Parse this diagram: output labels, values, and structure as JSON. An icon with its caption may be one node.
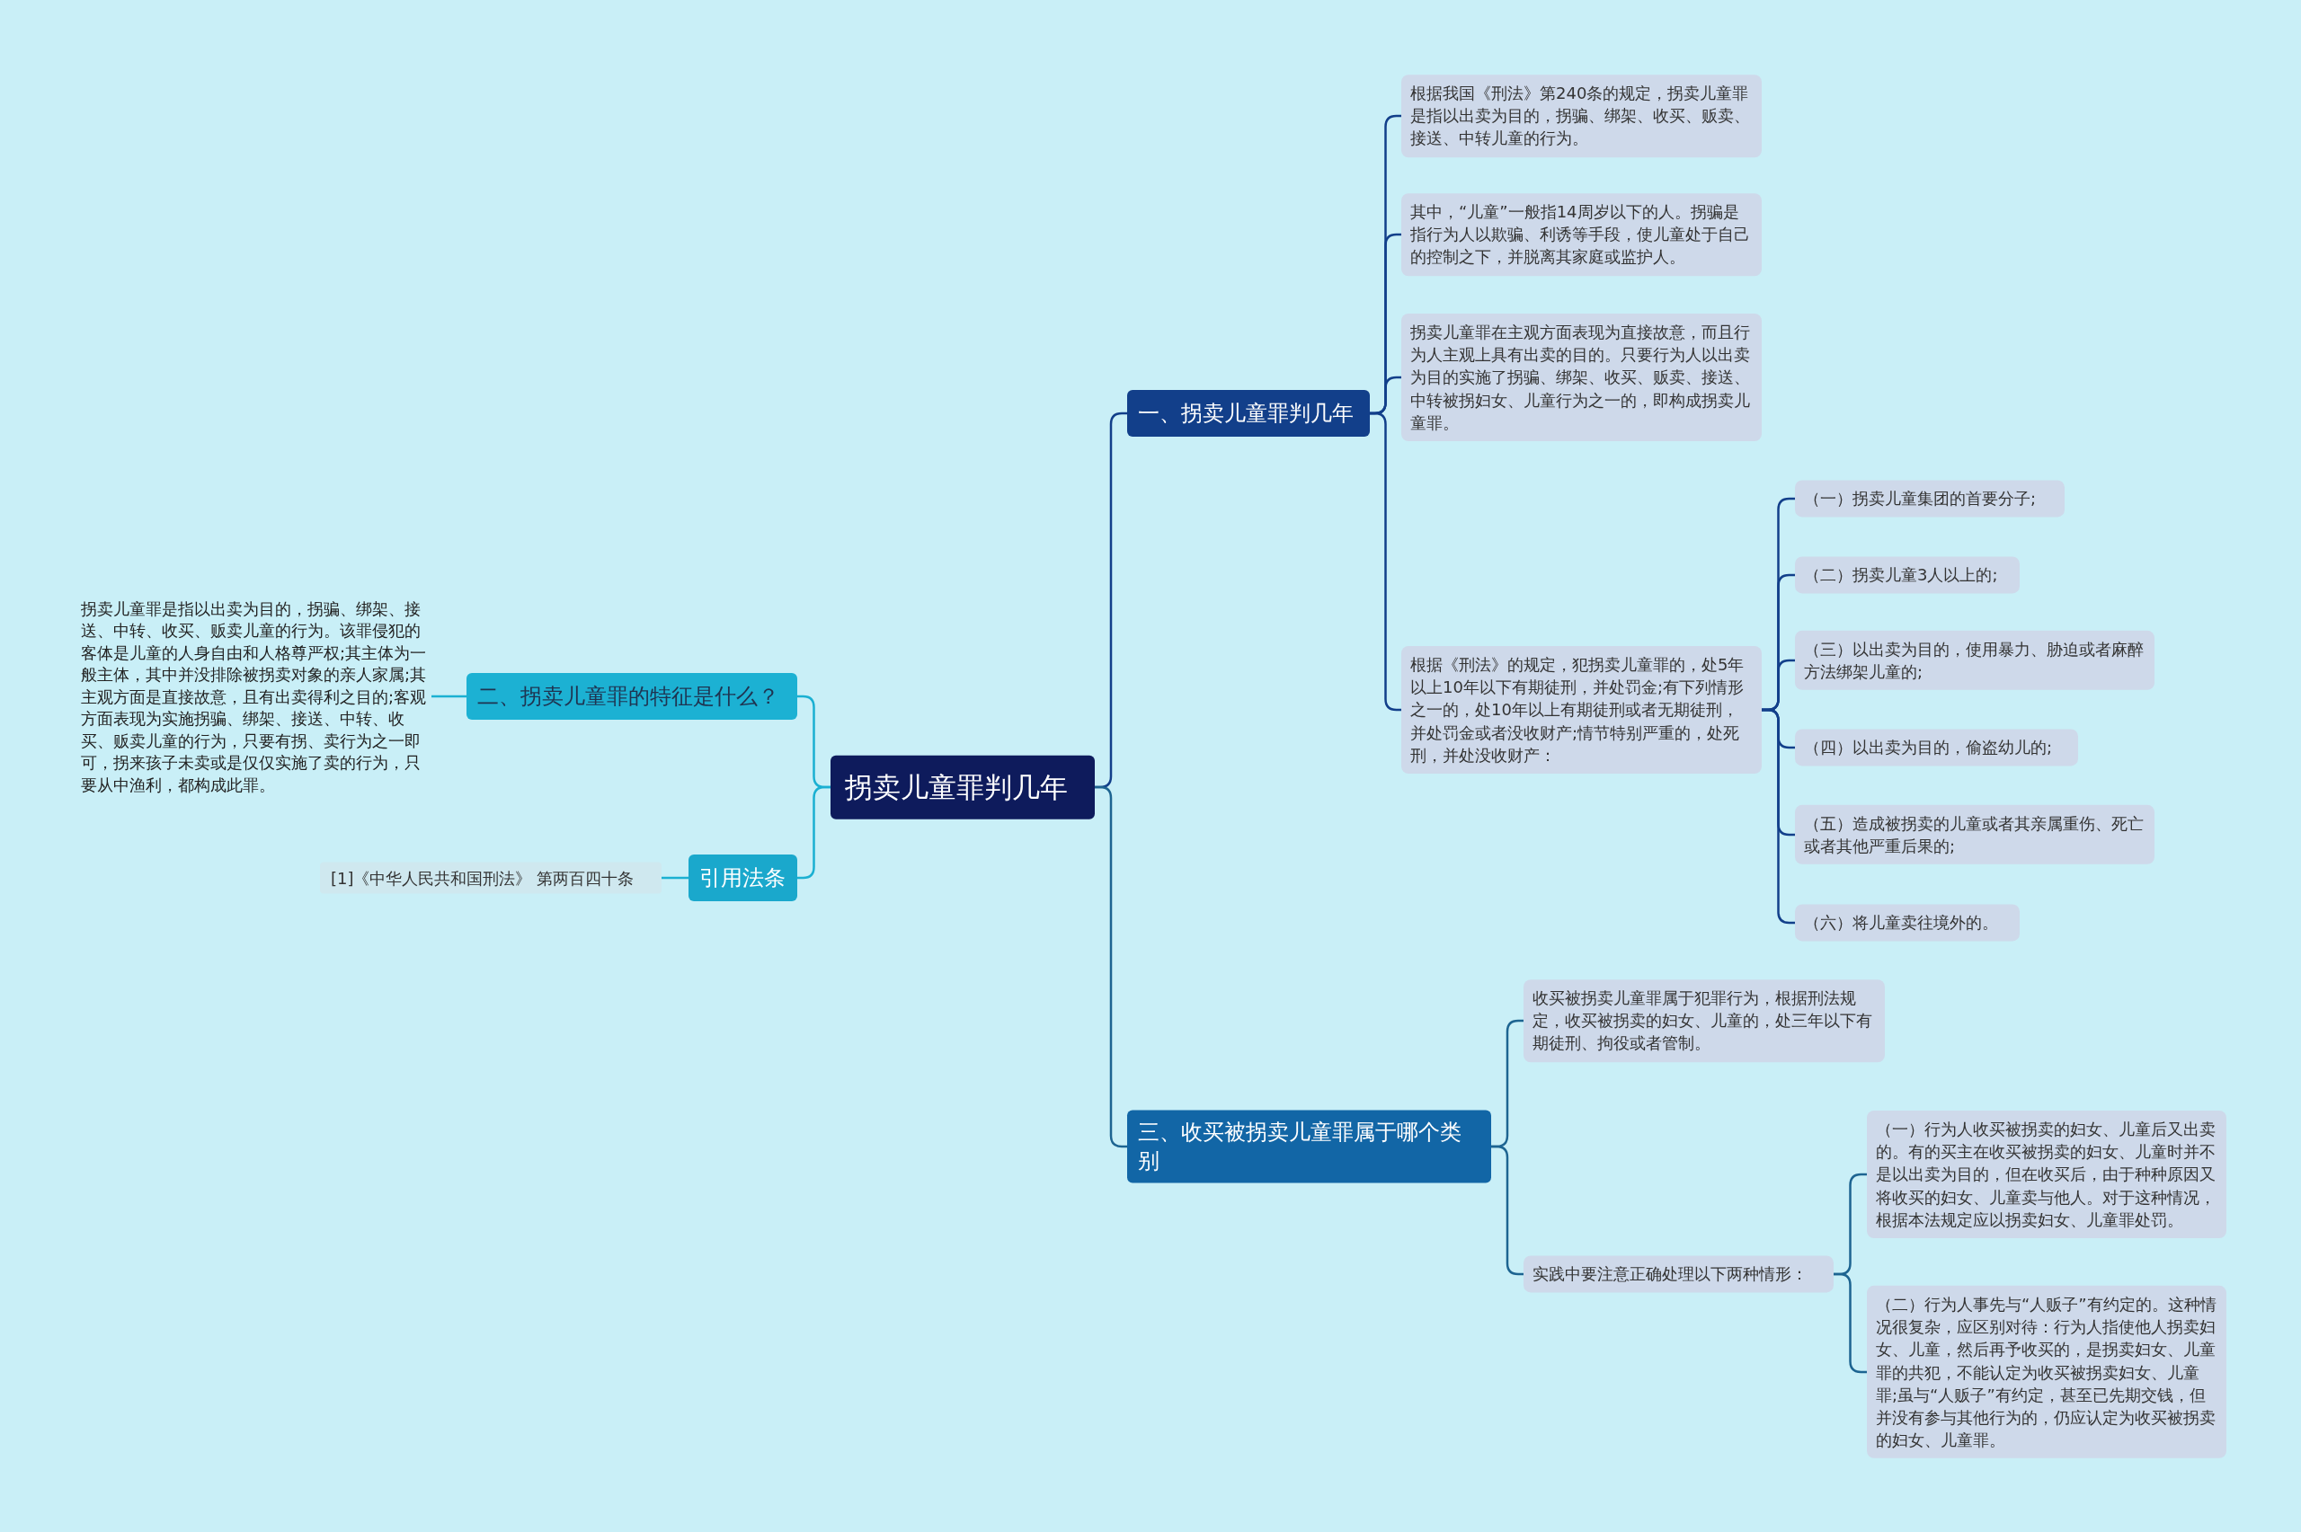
{
  "diagram": {
    "nodes": [
      {
        "text": [
          "拐卖儿童罪判几年"
        ]
      },
      {
        "text": [
          "一、拐卖儿童罪判几年"
        ]
      },
      {
        "text": [
          "根据我国《刑法》第240条的规定，拐卖儿童罪是指以出卖为目的，拐骗、绑架、收买、贩卖、接送、中转儿童的行为。"
        ]
      },
      {
        "text": [
          "其中，“儿童”一般指14周岁以下的人。拐骗是指行为人以欺骗、利诱等手段，使儿童处于自己的控制之下，并脱离其家庭或监护人。"
        ]
      },
      {
        "text": [
          "拐卖儿童罪在主观方面表现为直接故意，而且行为人主观上具有出卖的目的。只要行为人以出卖为目的实施了拐骗、绑架、收买、贩卖、接送、中转被拐妇女、儿童行为之一的，即构成拐卖儿童罪。"
        ]
      },
      {
        "text": [
          "根据《刑法》的规定，犯拐卖儿童罪的，处5年以上10年以下有期徒刑，并处罚金;有下列情形之一的，处10年以上有期徒刑或者无期徒刑，并处罚金或者没收财产;情节特别严重的，处死刑，并处没收财产："
        ]
      },
      {
        "text": [
          "（一）拐卖儿童集团的首要分子;"
        ]
      },
      {
        "text": [
          "（二）拐卖儿童3人以上的;"
        ]
      },
      {
        "text": [
          "（三）以出卖为目的，使用暴力、胁迫或者麻醉方法绑架儿童的;"
        ]
      },
      {
        "text": [
          "（四）以出卖为目的，偷盗幼儿的;"
        ]
      },
      {
        "text": [
          "（五）造成被拐卖的儿童或者其亲属重伤、死亡或者其他严重后果的;"
        ]
      },
      {
        "text": [
          "（六）将儿童卖往境外的。"
        ]
      },
      {
        "text": [
          "三、收买被拐卖儿童罪属于哪个类别"
        ]
      },
      {
        "text": [
          "收买被拐卖儿童罪属于犯罪行为，根据刑法规定，收买被拐卖的妇女、儿童的，处三年以下有期徒刑、拘役或者管制。"
        ]
      },
      {
        "text": [
          "实践中要注意正确处理以下两种情形："
        ]
      },
      {
        "text": [
          "（一）行为人收买被拐卖的妇女、儿童后又出卖的。有的买主在收买被拐卖的妇女、儿童时并不是以出卖为目的，但在收买后，由于种种原因又将收买的妇女、儿童卖与他人。对于这种情况，根据本法规定应以拐卖妇女、儿童罪处罚。"
        ]
      },
      {
        "text": [
          "（二）行为人事先与“人贩子”有约定的。这种情况很复杂，应区别对待：行为人指使他人拐卖妇女、儿童，然后再予收买的，是拐卖妇女、儿童罪的共犯，不能认定为收买被拐卖妇女、儿童罪;虽与“人贩子”有约定，甚至已先期交钱，但并没有参与其他行为的，仍应认定为收买被拐卖的妇女、儿童罪。"
        ]
      },
      {
        "text": [
          "二、拐卖儿童罪的特征是什么？"
        ]
      },
      {
        "text": [
          "拐卖儿童罪是指以出卖为目的，拐骗、绑架、接送、中转、收买、贩卖儿童的行为。该罪侵犯的客体是儿童的人身自由和人格尊严权;其主体为一般主体，其中并没排除被拐卖对象的亲人家属;其主观方面是直接故意，且有出卖得利之目的;客观方面表现为实施拐骗、绑架、接送、中转、收买、贩卖儿童的行为，只要有拐、卖行为之一即可，拐来孩子未卖或是仅仅实施了卖的行为，只要从中渔利，都构成此罪。"
        ]
      },
      {
        "text": [
          "引用法条"
        ]
      },
      {
        "text": [
          "[1]《中华人民共和国刑法》 第两百四十条"
        ]
      }
    ],
    "edges": [
      {
        "from": 0,
        "to": 1,
        "arrow": "none"
      },
      {
        "from": 1,
        "to": 2,
        "arrow": "none"
      },
      {
        "from": 1,
        "to": 3,
        "arrow": "none"
      },
      {
        "from": 1,
        "to": 4,
        "arrow": "none"
      },
      {
        "from": 1,
        "to": 5,
        "arrow": "none"
      },
      {
        "from": 5,
        "to": 6,
        "arrow": "none"
      },
      {
        "from": 5,
        "to": 7,
        "arrow": "none"
      },
      {
        "from": 5,
        "to": 8,
        "arrow": "none"
      },
      {
        "from": 5,
        "to": 9,
        "arrow": "none"
      },
      {
        "from": 5,
        "to": 10,
        "arrow": "none"
      },
      {
        "from": 5,
        "to": 11,
        "arrow": "none"
      },
      {
        "from": 0,
        "to": 12,
        "arrow": "none",
        "color": "#1d6491"
      },
      {
        "from": 12,
        "to": 13,
        "arrow": "none",
        "color": "#1d6491"
      },
      {
        "from": 12,
        "to": 14,
        "arrow": "none",
        "color": "#1d6491"
      },
      {
        "from": 14,
        "to": 15,
        "arrow": "none",
        "color": "#1d6491"
      },
      {
        "from": 14,
        "to": 16,
        "arrow": "none",
        "color": "#1d6491"
      },
      {
        "from": 0,
        "to": 17,
        "arrow": "none",
        "color": "#1bb0d2"
      },
      {
        "from": 17,
        "to": 18,
        "arrow": "none",
        "color": "#1bb0d2"
      },
      {
        "from": 0,
        "to": 19,
        "arrow": "none",
        "color": "#1bb0d2"
      },
      {
        "from": 19,
        "to": 20,
        "arrow": "none",
        "color": "#1bb0d2"
      }
    ]
  }
}
